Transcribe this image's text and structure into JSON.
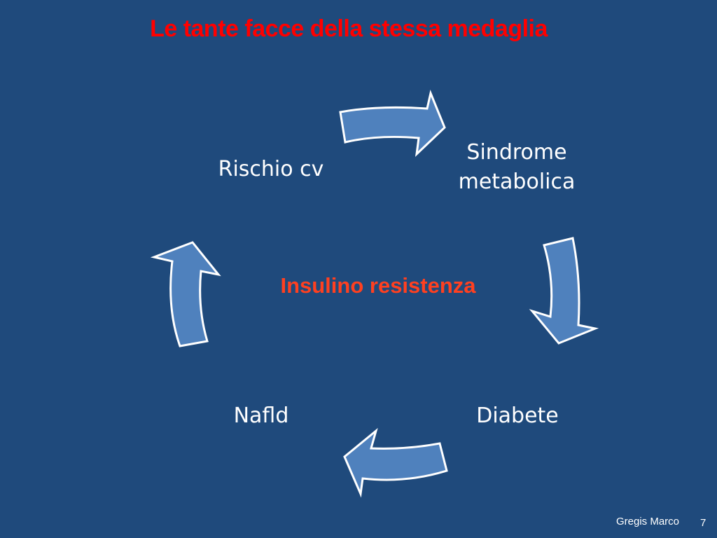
{
  "slide": {
    "title": "Le tante facce della stessa medaglia",
    "center_label": "Insulino resistenza",
    "footer": {
      "author": "Gregis Marco",
      "page_number": "7"
    }
  },
  "cycle": {
    "nodes": {
      "rischio": "Rischio cv",
      "sindrome_line1": "Sindrome",
      "sindrome_line2": "metabolica",
      "diabete": "Diabete",
      "nafld": "Nafld"
    },
    "arrow_direction": "clockwise",
    "arrow_color": "#4f81bd",
    "arrow_outline_color": "#ffffff"
  },
  "colors": {
    "background": "#1f4a7c",
    "title": "#ff0000",
    "center_label": "#ff4020",
    "node_text": "#ffffff"
  }
}
